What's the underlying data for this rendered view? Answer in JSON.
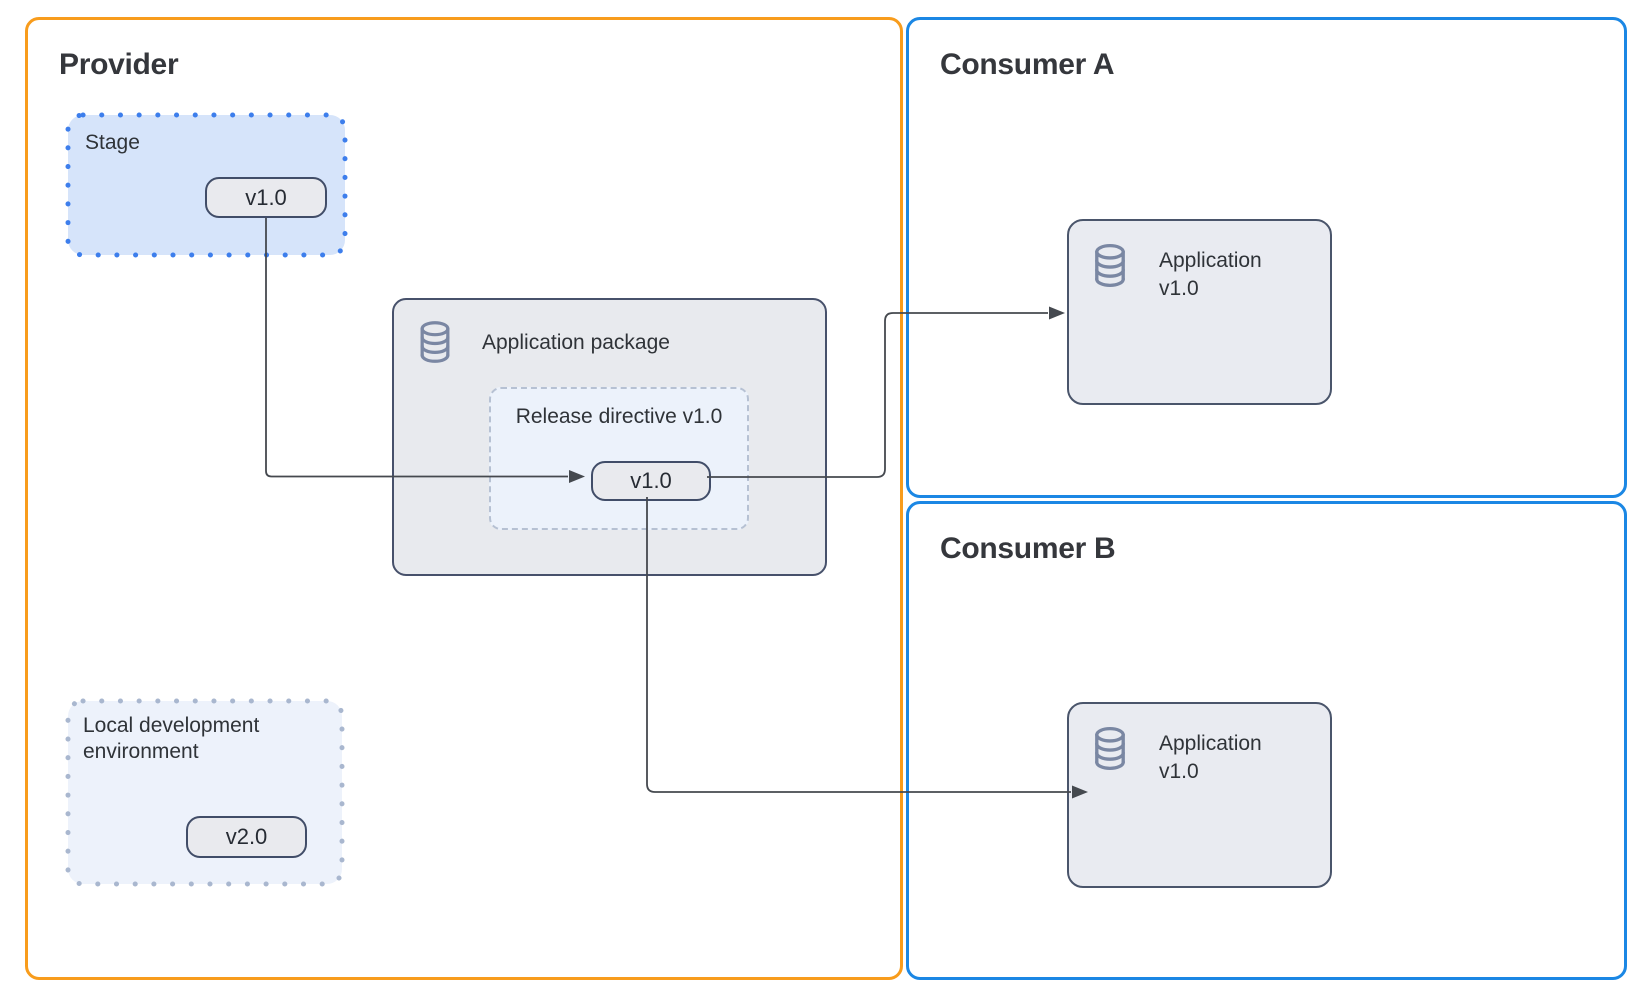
{
  "colors": {
    "provider_border": "#F89C1C",
    "consumer_border": "#1B87E4",
    "stage_fill": "#D6E4FA",
    "stage_dot": "#3D7EEC",
    "localdev_fill": "#EDF2FB",
    "localdev_dot": "#A9B7CF",
    "package_fill": "#E8EAEE",
    "package_border": "#47516B",
    "directive_fill": "#ECF2FB",
    "directive_dash": "#B6C1D3",
    "pill_fill": "#E9EAEE",
    "pill_border": "#414D68",
    "appbox_fill": "#E9EBF1",
    "appbox_border": "#4A556B",
    "icon": "#7A87A3",
    "connector": "#45494F",
    "title_text": "#35373C",
    "label_text": "#2F3338"
  },
  "provider": {
    "title": "Provider",
    "stage": {
      "label": "Stage",
      "version": "v1.0"
    },
    "package": {
      "label": "Application package",
      "icon": "database-icon",
      "release_directive": {
        "label": "Release directive v1.0",
        "version": "v1.0"
      }
    },
    "local_dev": {
      "label": "Local development environment",
      "version": "v2.0"
    }
  },
  "consumer_a": {
    "title": "Consumer A",
    "application": {
      "icon": "database-icon",
      "name": "Application",
      "version": "v1.0"
    }
  },
  "consumer_b": {
    "title": "Consumer B",
    "application": {
      "icon": "database-icon",
      "name": "Application",
      "version": "v1.0"
    }
  }
}
